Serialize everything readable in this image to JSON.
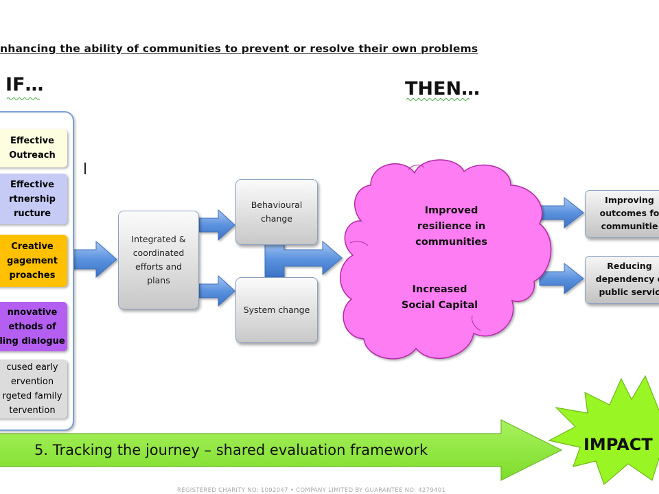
{
  "title": "nhancing  the ability  of communities  to prevent or resolve their own problems",
  "if_label": "IF…",
  "then_label": "THEN…",
  "if_boxes": [
    {
      "text": "Effective\nOutreach",
      "bg": "#fdfde0",
      "bold": true
    },
    {
      "text": "Effective\nrtnership\nructure",
      "bg": "#c6cbf6",
      "bold": true
    },
    {
      "text": "Creative\ngagement\nproaches",
      "bg": "#ffc000",
      "bold": true
    },
    {
      "text": "nnovative\nethods of\nling dialogue",
      "bg": "#b45ff2",
      "bold": true
    },
    {
      "text": "cused early\nervention\nrgeted family\ntervention",
      "bg": "#dcdcdc",
      "bold": false
    }
  ],
  "integrated_box": "Integrated &\ncoordinated\nefforts and\nplans",
  "behavioural_box": "Behavioural\nchange",
  "system_box": "System change",
  "cloud": {
    "top_text": "Improved\nresilience in\ncommunities",
    "bottom_text": "Increased\nSocial Capital",
    "color": "#ff7df3"
  },
  "outcome_boxes": [
    {
      "text": "Improving\noutcomes fo\ncommunitie"
    },
    {
      "text": "Reducing\ndependency o\npublic servic"
    }
  ],
  "journey_text": "5. Tracking the journey – shared evaluation framework",
  "impact_text": "IMPACT",
  "colors": {
    "arrow_blue": "#4f86d8",
    "journey_green": "#8fec3c",
    "impact_green": "#99f523"
  },
  "footer": "REGISTERED CHARITY NO: 1092047  •  COMPANY LIMITED BY GUARANTEE NO: 4279401"
}
